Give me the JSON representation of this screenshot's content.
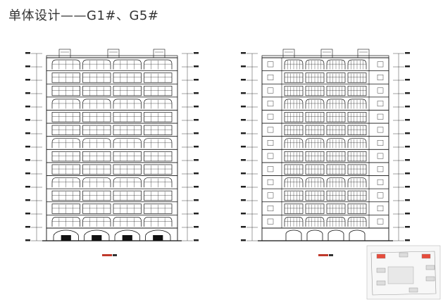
{
  "page": {
    "title": "单体设计——G1#、G5#"
  },
  "drawings": {
    "left": {
      "floors": 13,
      "bays": 4,
      "caption": "",
      "level_labels": []
    },
    "right": {
      "floors": 13,
      "bays": 4,
      "caption": "",
      "level_labels": []
    }
  },
  "siteplan": {
    "buildings": 8,
    "highlight_color": "#e74c3c"
  }
}
